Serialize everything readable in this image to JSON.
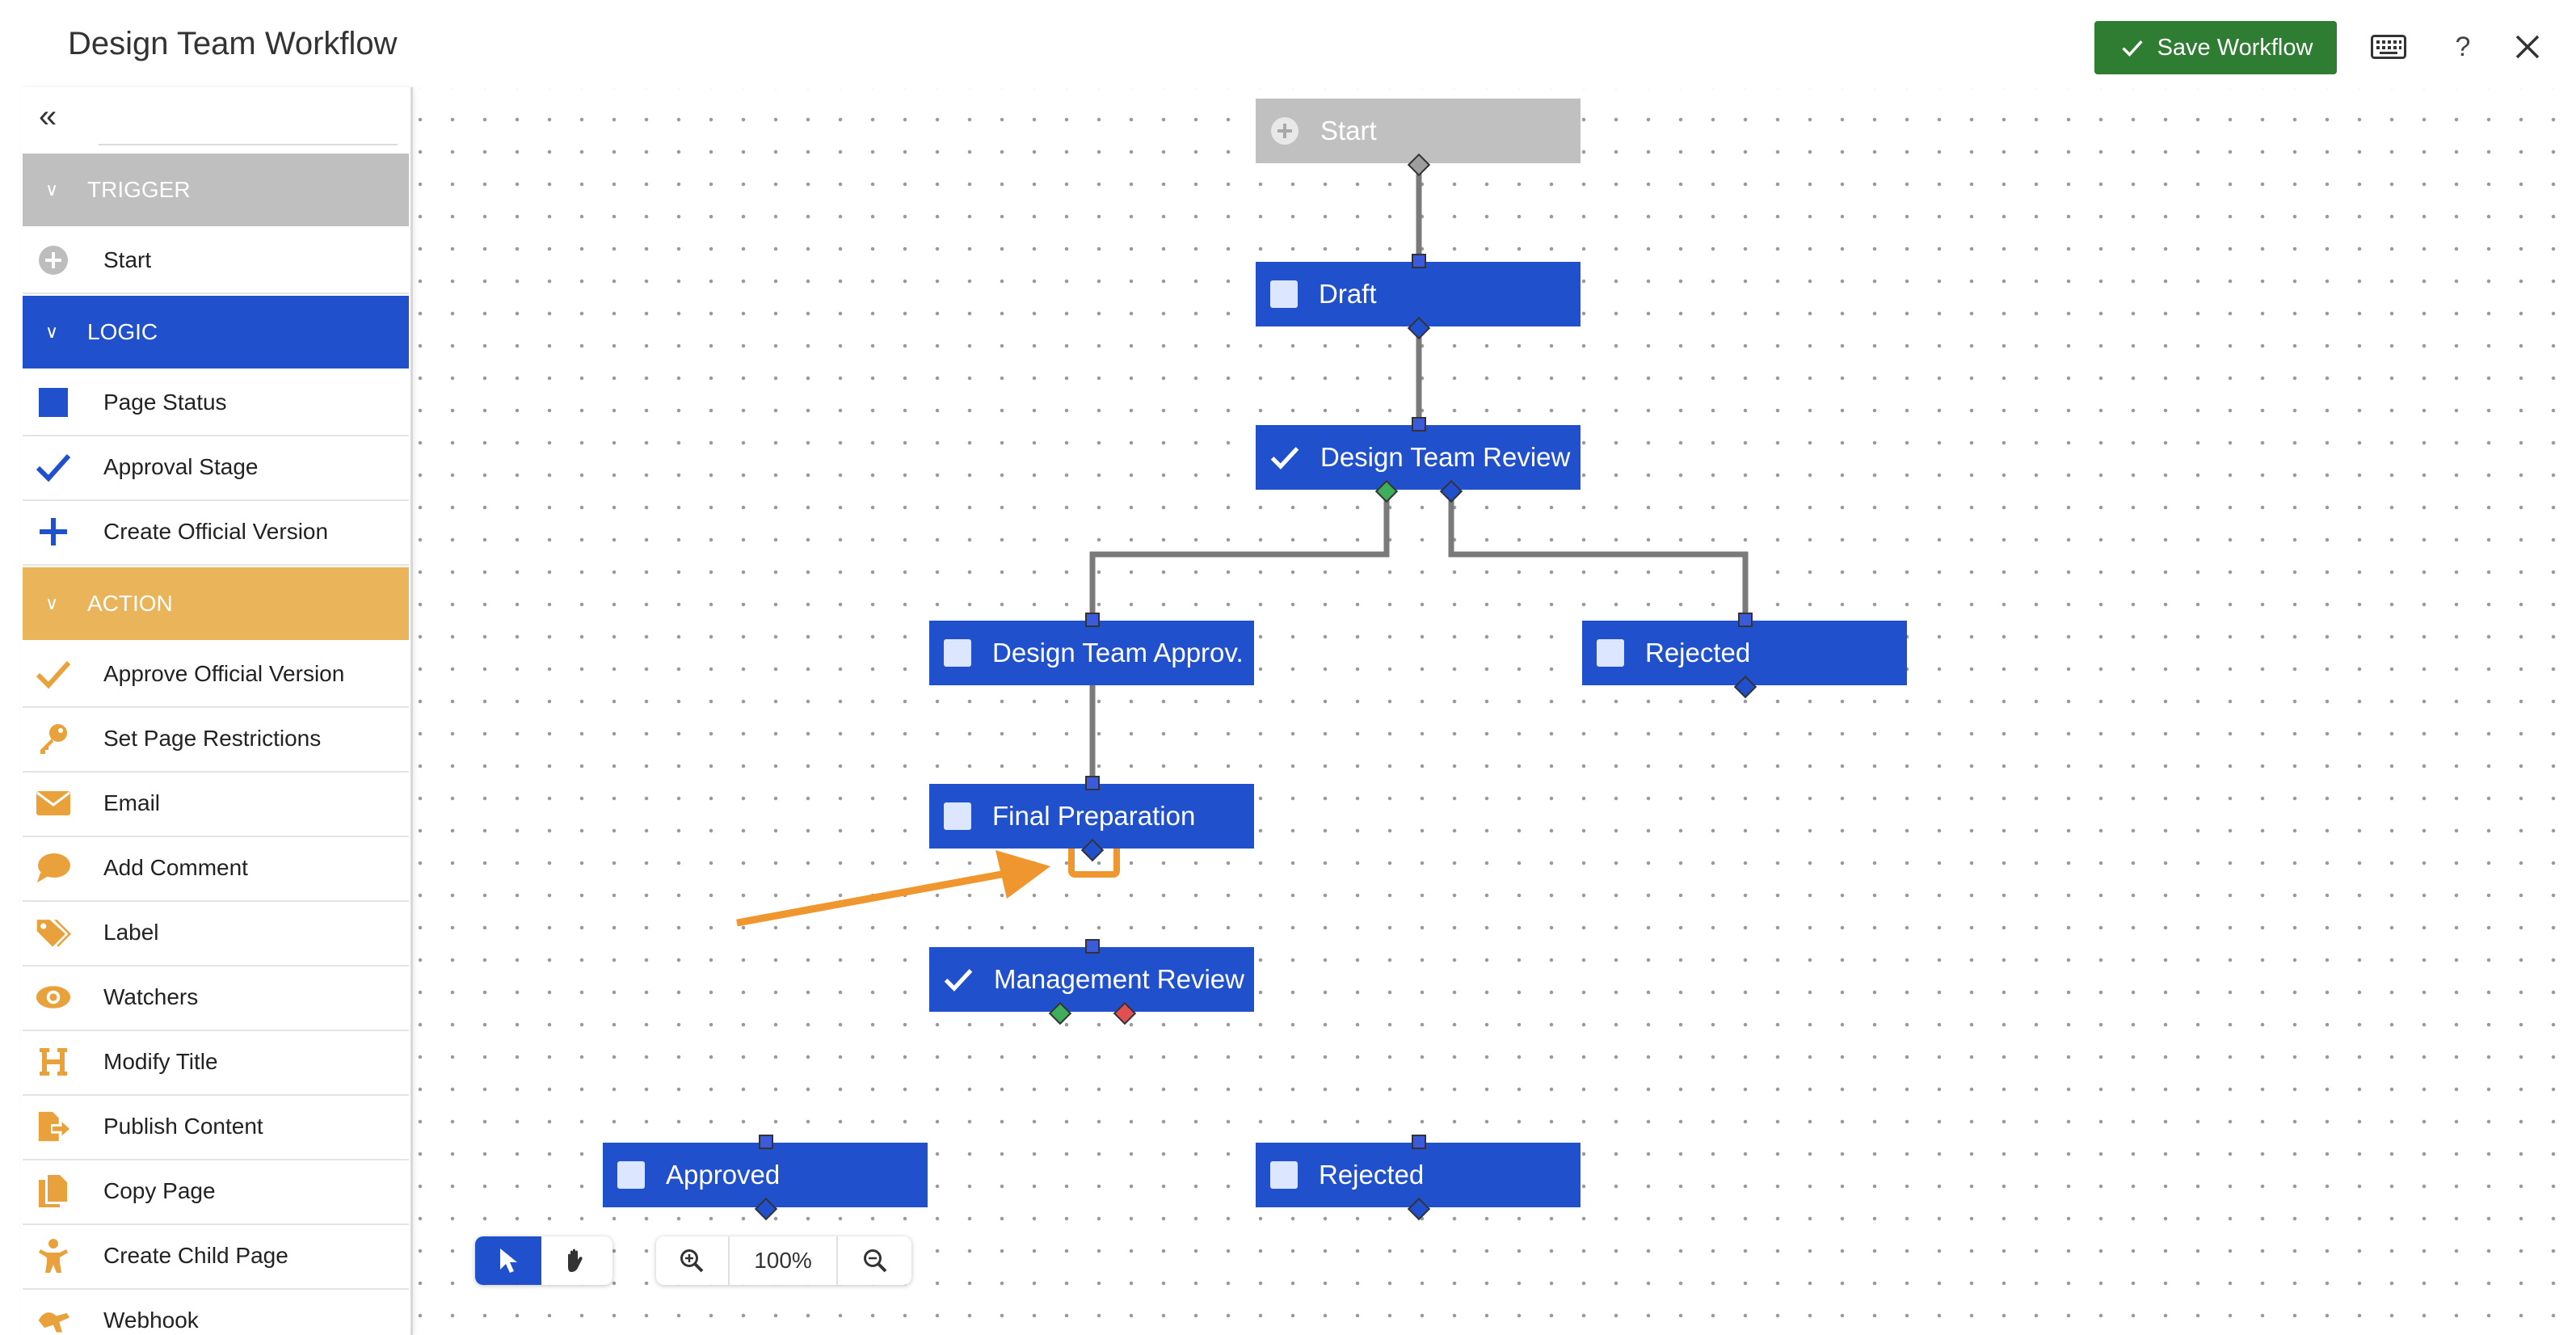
{
  "header": {
    "title": "Design Team Workflow",
    "save_label": "Save Workflow",
    "keyboard_icon": "keyboard-icon",
    "help_label": "?",
    "close_icon": "close-icon",
    "save_color": "#2e7d32"
  },
  "sidebar": {
    "sections": [
      {
        "label": "TRIGGER",
        "color": "#bfbfbf",
        "items": [
          {
            "label": "Start",
            "icon": "plus-circle-icon"
          }
        ]
      },
      {
        "label": "LOGIC",
        "color": "#2150cc",
        "items": [
          {
            "label": "Page Status",
            "icon": "square-icon"
          },
          {
            "label": "Approval Stage",
            "icon": "check-icon"
          },
          {
            "label": "Create Official Version",
            "icon": "plus-icon"
          }
        ]
      },
      {
        "label": "ACTION",
        "color": "#e9b45a",
        "items": [
          {
            "label": "Approve Official Version",
            "icon": "check-icon"
          },
          {
            "label": "Set Page Restrictions",
            "icon": "key-icon"
          },
          {
            "label": "Email",
            "icon": "envelope-icon"
          },
          {
            "label": "Add Comment",
            "icon": "comment-icon"
          },
          {
            "label": "Label",
            "icon": "tag-icon"
          },
          {
            "label": "Watchers",
            "icon": "eye-icon"
          },
          {
            "label": "Modify Title",
            "icon": "heading-icon"
          },
          {
            "label": "Publish Content",
            "icon": "publish-icon"
          },
          {
            "label": "Copy Page",
            "icon": "copy-icon"
          },
          {
            "label": "Create Child Page",
            "icon": "child-icon"
          },
          {
            "label": "Webhook",
            "icon": "webhook-icon"
          }
        ]
      }
    ]
  },
  "nodes": {
    "start": "Start",
    "draft": "Draft",
    "design_review": "Design Team Review",
    "design_approved": "Design Team Approv.",
    "rejected_1": "Rejected",
    "final_prep": "Final Preparation",
    "management_review": "Management Review",
    "approved": "Approved",
    "rejected_2": "Rejected"
  },
  "toolbar": {
    "zoom_level": "100%"
  },
  "colors": {
    "node": "#2150cc",
    "start_node": "#c0c0c0",
    "highlight": "#f0962e",
    "wire": "#808080"
  }
}
